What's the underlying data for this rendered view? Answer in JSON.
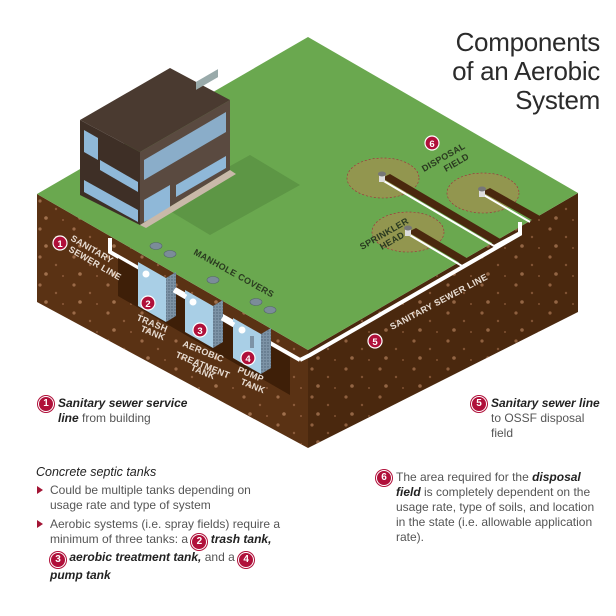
{
  "title": {
    "line1": "Components",
    "line2": "of an Aerobic",
    "line3": "System"
  },
  "colors": {
    "grass": "#6aa84f",
    "soil": "#4e2a0f",
    "soil_light": "#5c3416",
    "pipe": "#ffffff",
    "badge": "#b0103a",
    "spray_zone": "#9a9450",
    "tank_water": "#a9cfe6",
    "building": "#4a3a30"
  },
  "diagram_labels": {
    "sanitary_sewer_line_1": {
      "number": "1",
      "line1": "SANITARY",
      "line2": "SEWER LINE"
    },
    "trash_tank": {
      "number": "2",
      "line1": "TRASH",
      "line2": "TANK"
    },
    "aerobic_treatment_tank": {
      "number": "3",
      "line1": "AEROBIC",
      "line2": "TREATMENT",
      "line3": "TANK"
    },
    "pump_tank": {
      "number": "4",
      "line1": "PUMP",
      "line2": "TANK"
    },
    "sanitary_sewer_line_5": {
      "number": "5",
      "text": "SANITARY SEWER LINE"
    },
    "disposal_field": {
      "number": "6",
      "line1": "DISPOSAL",
      "line2": "FIELD"
    },
    "manhole_covers": "MANHOLE COVERS",
    "sprinkler_head": {
      "line1": "SPRINKLER",
      "line2": "HEAD"
    }
  },
  "callouts": {
    "c1": {
      "number": "1",
      "bold": "Sanitary sewer service line",
      "rest": " from building"
    },
    "c5": {
      "number": "5",
      "bold": "Sanitary sewer line",
      "rest": " to OSSF disposal field"
    },
    "c6": {
      "number": "6",
      "pre": "The area required for the ",
      "bold": "disposal field",
      "rest": " is completely dependent on the usage rate, type of soils, and location in the state (i.e. allowable application rate)."
    }
  },
  "tanks_section": {
    "title": "Concrete septic tanks",
    "bullet1": "Could be multiple tanks depending on usage rate and type of system",
    "bullet2_pre": "Aerobic systems (i.e. spray fields) require a minimum of three tanks: a ",
    "n2": "2",
    "t2": "trash tank,",
    "n3": "3",
    "t3": "aerobic treatment tank,",
    "mid": " and a ",
    "n4": "4",
    "t4": "pump tank"
  }
}
